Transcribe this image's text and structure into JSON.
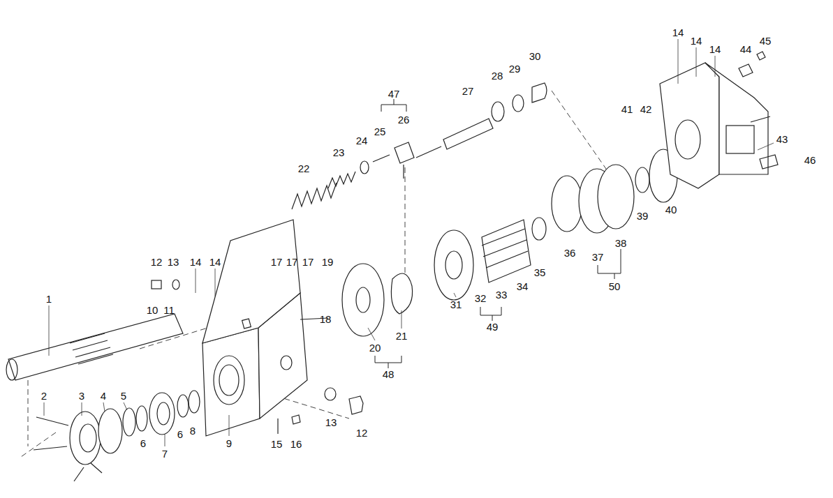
{
  "diagram": {
    "labels": [
      "1",
      "2",
      "3",
      "4",
      "5",
      "6",
      "7",
      "6",
      "8",
      "9",
      "10",
      "11",
      "12",
      "13",
      "14",
      "14",
      "17",
      "17",
      "17",
      "19",
      "18",
      "20",
      "21",
      "48",
      "15",
      "16",
      "13",
      "12",
      "22",
      "23",
      "24",
      "25",
      "26",
      "47",
      "27",
      "28",
      "29",
      "30",
      "31",
      "32",
      "33",
      "49",
      "34",
      "35",
      "36",
      "37",
      "38",
      "50",
      "39",
      "40",
      "41",
      "42",
      "43",
      "44",
      "45",
      "46",
      "14",
      "14",
      "14"
    ]
  }
}
